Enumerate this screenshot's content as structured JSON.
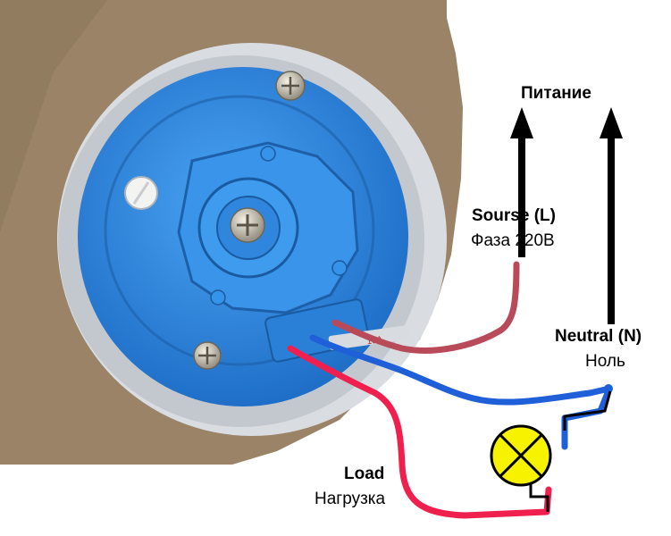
{
  "labels": {
    "supply": "Питание",
    "source_title": "Sourse (L)",
    "source_subtitle": "Фаза 220В",
    "neutral_title": "Neutral (N)",
    "neutral_subtitle": "Ноль",
    "load_title": "Load",
    "load_subtitle": "Нагрузка"
  },
  "device_markings": {
    "wire_marking": "10A"
  },
  "colors": {
    "background": "#ffffff",
    "cardboard": "#9a8366",
    "device_body": "#d9dde2",
    "device_face": "#2f8ce6",
    "phase_wire": "#b84a5a",
    "neutral_wire": "#1f5fd8",
    "load_wire": "#f0204e",
    "lamp_fill": "#f7f200",
    "arrow": "#000000"
  }
}
